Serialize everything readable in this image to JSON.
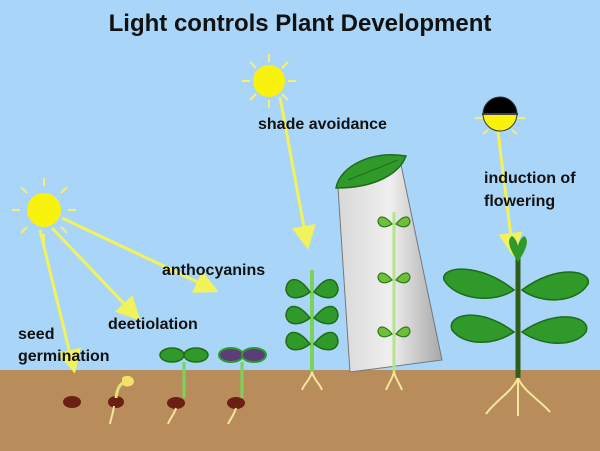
{
  "title": "Light controls Plant Development",
  "labels": {
    "seed_germination": [
      "seed",
      "germination"
    ],
    "deetiolation": "deetiolation",
    "anthocyanins": "anthocyanins",
    "shade_avoidance": "shade avoidance",
    "induction_of_flowering": [
      "induction of",
      "flowering"
    ]
  },
  "colors": {
    "sky": "#a9d6f8",
    "soil": "#b98c5c",
    "sun": "#f9f20d",
    "ray": "#f2f25a",
    "leaf": "#2f9a2a",
    "leaf_dark": "#1f6b1a",
    "stem": "#2e5f1a",
    "seed": "#6b1f12",
    "root": "#f3e79a",
    "purple": "#5b3d7a"
  }
}
